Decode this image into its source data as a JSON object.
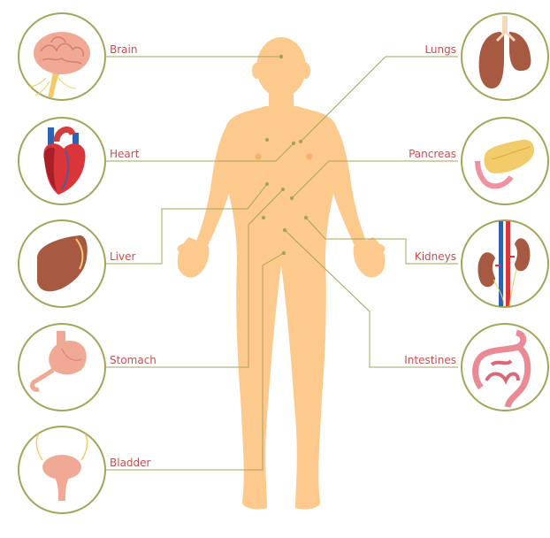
{
  "colors": {
    "skin": "#fdc98c",
    "skin_shadow": "#f4b06d",
    "leader_line": "#a2a55a",
    "circle_border": "#a2a55a",
    "label_text": "#c4504f",
    "background": "#ffffff"
  },
  "organs": [
    {
      "id": "brain",
      "label": "Brain",
      "side": "left",
      "icon": "brain-icon"
    },
    {
      "id": "heart",
      "label": "Heart",
      "side": "left",
      "icon": "heart-icon"
    },
    {
      "id": "liver",
      "label": "Liver",
      "side": "left",
      "icon": "liver-icon"
    },
    {
      "id": "stomach",
      "label": "Stomach",
      "side": "left",
      "icon": "stomach-icon"
    },
    {
      "id": "bladder",
      "label": "Bladder",
      "side": "left",
      "icon": "bladder-icon"
    },
    {
      "id": "lungs",
      "label": "Lungs",
      "side": "right",
      "icon": "lungs-icon"
    },
    {
      "id": "pancreas",
      "label": "Pancreas",
      "side": "right",
      "icon": "pancreas-icon"
    },
    {
      "id": "kidneys",
      "label": "Kidneys",
      "side": "right",
      "icon": "kidneys-icon"
    },
    {
      "id": "intestines",
      "label": "Intestines",
      "side": "right",
      "icon": "intestines-icon"
    }
  ]
}
